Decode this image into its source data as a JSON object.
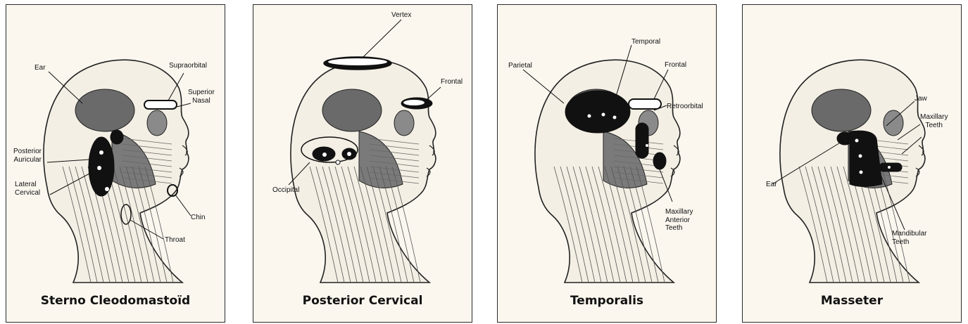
{
  "colors": {
    "paper": "#fbf7ef",
    "ink": "#111111",
    "muscle": "#5a5a5a",
    "zone": "#111111"
  },
  "panels": [
    {
      "title": "Sterno Cleodomastoïd",
      "labels": {
        "ear": "Ear",
        "supraorbital": "Supraorbital",
        "superior_nasal": "Superior\nNasal",
        "posterior_auricular": "Posterior\nAuricular",
        "lateral_cervical": "Lateral\nCervical",
        "chin": "Chin",
        "throat": "Throat"
      }
    },
    {
      "title": "Posterior Cervical",
      "labels": {
        "vertex": "Vertex",
        "frontal": "Frontal",
        "occipital": "Occipital"
      }
    },
    {
      "title": "Temporalis",
      "labels": {
        "parietal": "Parietal",
        "temporal": "Temporal",
        "frontal": "Frontal",
        "retroorbital": "Retroorbital",
        "maxillary_anterior_teeth": "Maxillary\nAnterior\nTeeth"
      }
    },
    {
      "title": "Masseter",
      "labels": {
        "jaw": "Jaw",
        "maxillary_teeth": "Maxillary\nTeeth",
        "ear": "Ear",
        "mandibular_teeth": "Mandibular\nTeeth"
      }
    }
  ]
}
